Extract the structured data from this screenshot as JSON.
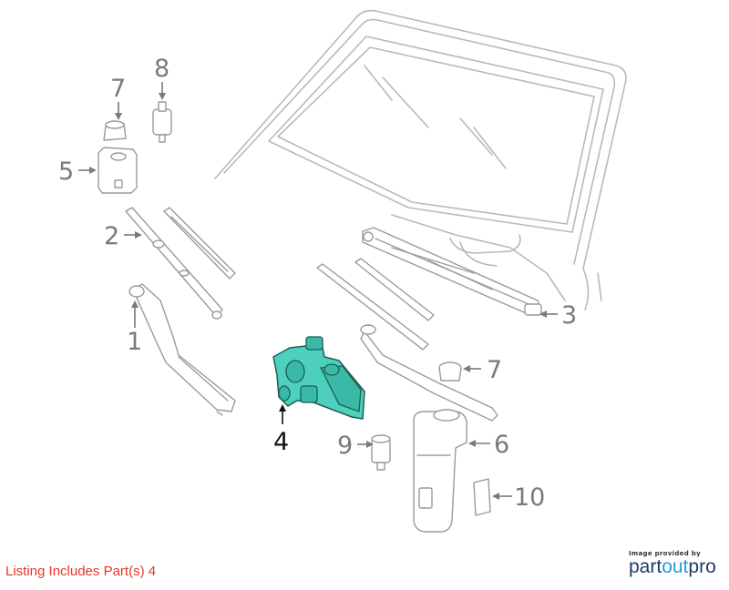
{
  "callouts": {
    "c1": "1",
    "c2": "2",
    "c3": "3",
    "c4": "4",
    "c5": "5",
    "c6": "6",
    "c7a": "7",
    "c7b": "7",
    "c8": "8",
    "c9": "9",
    "c10": "10"
  },
  "highlighted_part": "4",
  "highlight_color": "#4fd0bd",
  "listing_text": "Listing Includes Part(s) 4",
  "listing_color": "#e8342b",
  "brand": {
    "caption": "Image provided by",
    "name_part1": "part",
    "name_part2": "out",
    "name_part3": "pro"
  }
}
